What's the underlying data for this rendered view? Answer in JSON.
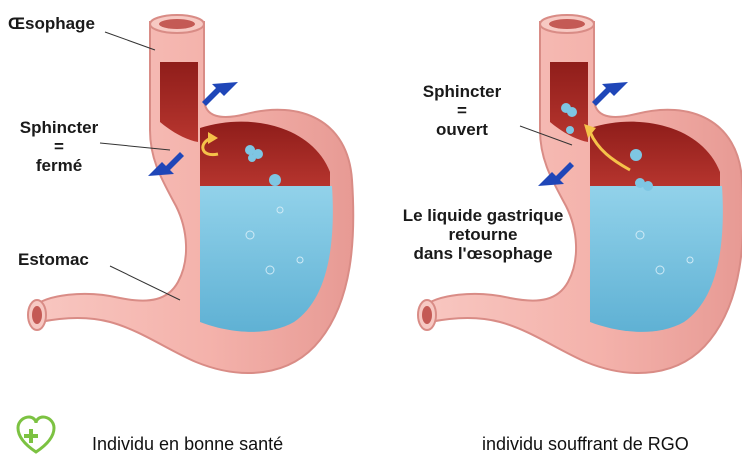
{
  "labels": {
    "esophagus": "Œsophage",
    "sphincter_closed": [
      "Sphincter",
      "=",
      "fermé"
    ],
    "stomach": "Estomac",
    "sphincter_open": [
      "Sphincter",
      "=",
      "ouvert"
    ],
    "reflux": [
      "Le liquide gastrique",
      "retourne",
      "dans l'œsophage"
    ]
  },
  "captions": {
    "healthy": "Individu en bonne santé",
    "gerd": "individu souffrant de RGO"
  },
  "logo": {
    "icon": "heart-plus-icon",
    "color": "#7cc242"
  },
  "colors": {
    "tissue": "#f4b7b0",
    "tissue_dark": "#e69a93",
    "cavity": "#a52a26",
    "fluid": "#7ec6e3",
    "arrow": "#1f46b8",
    "reflux_arrow": "#f5c24a"
  }
}
